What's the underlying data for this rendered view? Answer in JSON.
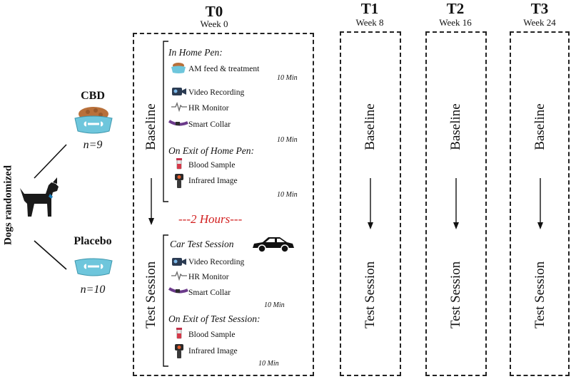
{
  "side_label": "Dogs randomized",
  "groups": [
    {
      "name": "CBD",
      "n": "n=9"
    },
    {
      "name": "Placebo",
      "n": "n=10"
    }
  ],
  "timepoints": [
    {
      "label": "T0",
      "week": "Week 0"
    },
    {
      "label": "T1",
      "week": "Week 8"
    },
    {
      "label": "T2",
      "week": "Week 16"
    },
    {
      "label": "T3",
      "week": "Week 24"
    }
  ],
  "t0": {
    "baseline_label": "Baseline",
    "home_pen_heading": "In Home Pen:",
    "am_feed": "AM feed & treatment",
    "video": "Video Recording",
    "hr": "HR Monitor",
    "collar": "Smart Collar",
    "exit_home_heading": "On Exit of Home Pen:",
    "blood": "Blood Sample",
    "infrared": "Infrared Image",
    "ten_min": "10 Min",
    "interval": "---2 Hours---",
    "test_session_label": "Test Session",
    "car_heading": "Car Test Session",
    "exit_test_heading": "On Exit of Test Session:"
  },
  "later": {
    "baseline_label": "Baseline",
    "test_session_label": "Test Session"
  },
  "colors": {
    "bowl": "#6ec6dc",
    "food": "#b8703a",
    "dog": "#1a1a1a",
    "collar": "#6b3a8a",
    "red_text": "#d21f1f"
  }
}
